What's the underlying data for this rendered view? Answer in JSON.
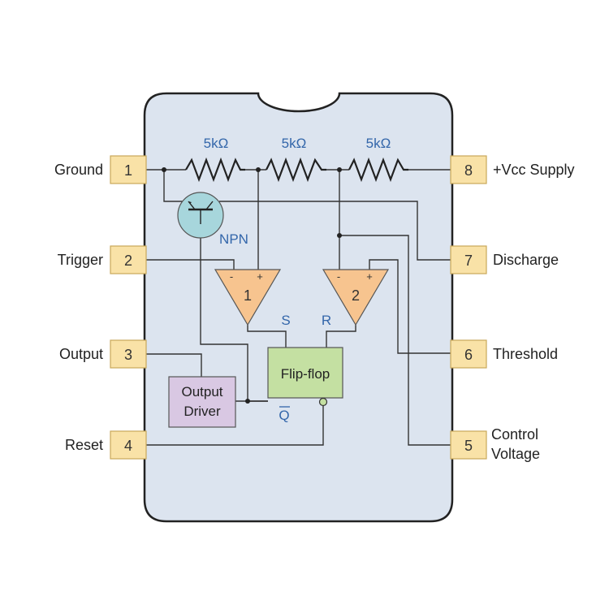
{
  "resistors": {
    "r1_label": "5kΩ",
    "r2_label": "5kΩ",
    "r3_label": "5kΩ"
  },
  "transistor": {
    "label": "NPN"
  },
  "comparators": {
    "c1": {
      "number": "1",
      "minus": "-",
      "plus": "+"
    },
    "c2": {
      "number": "2",
      "minus": "-",
      "plus": "+"
    }
  },
  "flipflop": {
    "label": "Flip-flop",
    "s": "S",
    "r": "R",
    "qbar": "Q"
  },
  "output_driver": {
    "line1": "Output",
    "line2": "Driver"
  },
  "pins": {
    "p1": {
      "number": "1",
      "label": "Ground"
    },
    "p2": {
      "number": "2",
      "label": "Trigger"
    },
    "p3": {
      "number": "3",
      "label": "Output"
    },
    "p4": {
      "number": "4",
      "label": "Reset"
    },
    "p5": {
      "number": "5",
      "label_line1": "Control",
      "label_line2": "Voltage"
    },
    "p6": {
      "number": "6",
      "label": "Threshold"
    },
    "p7": {
      "number": "7",
      "label": "Discharge"
    },
    "p8": {
      "number": "8",
      "label": "+Vcc Supply"
    }
  },
  "colors": {
    "chip_body": "#dce4ef",
    "pin_fill": "#f9e2a7",
    "comparator_fill": "#f7c48f",
    "flipflop_fill": "#c4e0a2",
    "driver_fill": "#d9c8e3",
    "transistor_fill": "#a7d6dc",
    "label_blue": "#3366aa"
  }
}
